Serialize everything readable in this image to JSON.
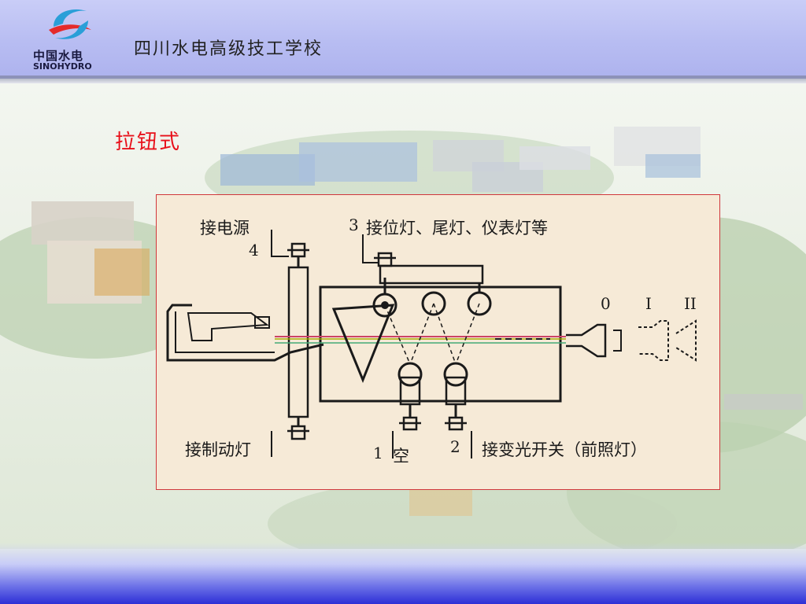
{
  "header": {
    "logo_cn": "中国水电",
    "logo_en": "SINOHYDRO",
    "school_name": "四川水电高级技工学校"
  },
  "slide": {
    "title": "拉钮式"
  },
  "diagram": {
    "labels": {
      "power": "接电源",
      "position_lights": "接位灯、尾灯、仪表灯等",
      "brake_light": "接制动灯",
      "empty": "空",
      "dimmer_switch": "接变光开关（前照灯）"
    },
    "terminal_numbers": [
      "4",
      "3",
      "1",
      "2"
    ],
    "positions": [
      "0",
      "I",
      "II"
    ]
  },
  "colors": {
    "title_red": "#e8101a",
    "header_blue": "#b8bdf2",
    "footer_blue": "#2c2fd6",
    "diagram_bg": "#f6ead7",
    "diagram_border": "#d0373b"
  }
}
